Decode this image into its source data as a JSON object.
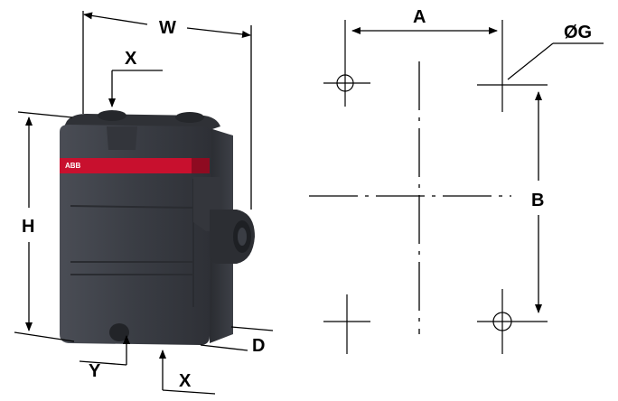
{
  "left_view": {
    "brand": "ABB",
    "labels": {
      "width": "W",
      "height": "H",
      "depth": "D",
      "cable_entry_top": "X",
      "cable_entry_bottom": "X",
      "offset": "Y"
    }
  },
  "right_view": {
    "labels": {
      "hole_spacing_horizontal": "A",
      "hole_spacing_vertical": "B",
      "hole_diameter": "ØG"
    }
  },
  "colors": {
    "enclosure_body": "#3a3d44",
    "enclosure_dark": "#2a2c31",
    "stripe_red": "#c8102e",
    "line": "#000000"
  }
}
